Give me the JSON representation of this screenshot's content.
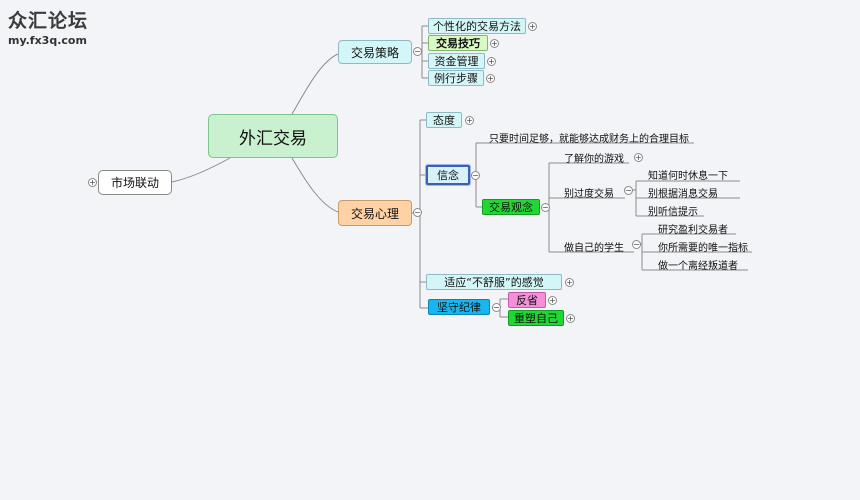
{
  "watermark": {
    "logo": "众汇论坛",
    "url": "my.fx3q.com"
  },
  "mindmap": {
    "central": "外汇交易",
    "left": "市场联动",
    "strategy": {
      "label": "交易策略",
      "children": [
        "个性化的交易方法",
        "交易技巧",
        "资金管理",
        "例行步骤"
      ]
    },
    "psychology": {
      "label": "交易心理",
      "attitude": "态度",
      "belief": {
        "label": "信念",
        "statement": "只要时间足够，就能够达成财务上的合理目标",
        "concept": {
          "label": "交易观念",
          "understand_game": "了解你的游戏",
          "no_overtrade": {
            "label": "别过度交易",
            "items": [
              "知道何时休息一下",
              "别根据消息交易",
              "别听信提示"
            ]
          },
          "be_student": {
            "label": "做自己的学生",
            "items": [
              "研究盈利交易者",
              "你所需要的唯一指标",
              "做一个离经叛道者"
            ]
          }
        }
      },
      "adapt": "适应“不舒服”的感觉",
      "discipline": {
        "label": "坚守纪律",
        "children": [
          "反省",
          "重塑自己"
        ]
      }
    },
    "toggle_plus": "+",
    "toggle_minus": "−"
  }
}
